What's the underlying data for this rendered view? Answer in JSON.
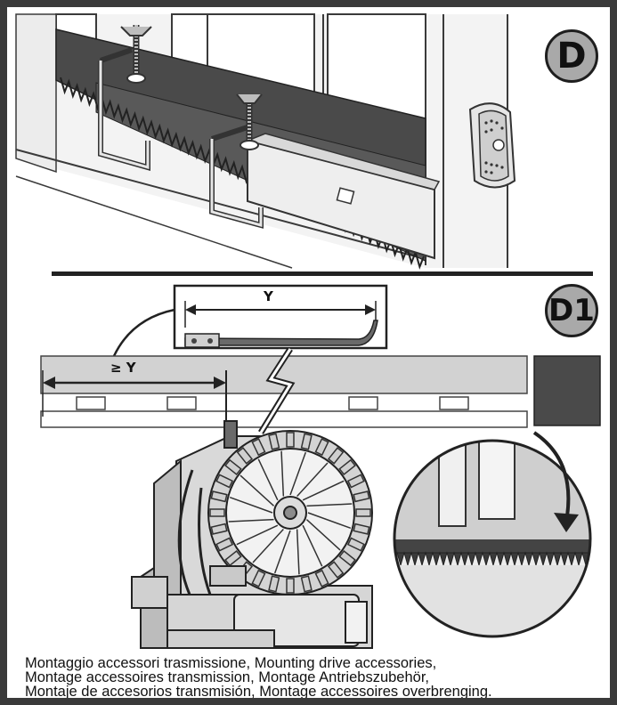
{
  "steps": {
    "top_label": "D",
    "bottom_label": "D1"
  },
  "dimensions": {
    "arc_length_label": "Y",
    "offset_label": "≥ Y"
  },
  "caption": {
    "lines": [
      "Montaggio accessori trasmissione, Mounting drive accessories,",
      "Montage accessoires transmission, Montage Antriebszubehör,",
      "Montaje de accesorios transmisión, Montage accessoires overbrenging."
    ]
  },
  "colors": {
    "rack": "#4a4a4a",
    "frame": "#3a3a3a",
    "metal_light": "#e6e6e6",
    "metal_mid": "#bdbdbd",
    "metal_dark": "#8c8c8c",
    "badge_fill": "#a9a9a9"
  }
}
